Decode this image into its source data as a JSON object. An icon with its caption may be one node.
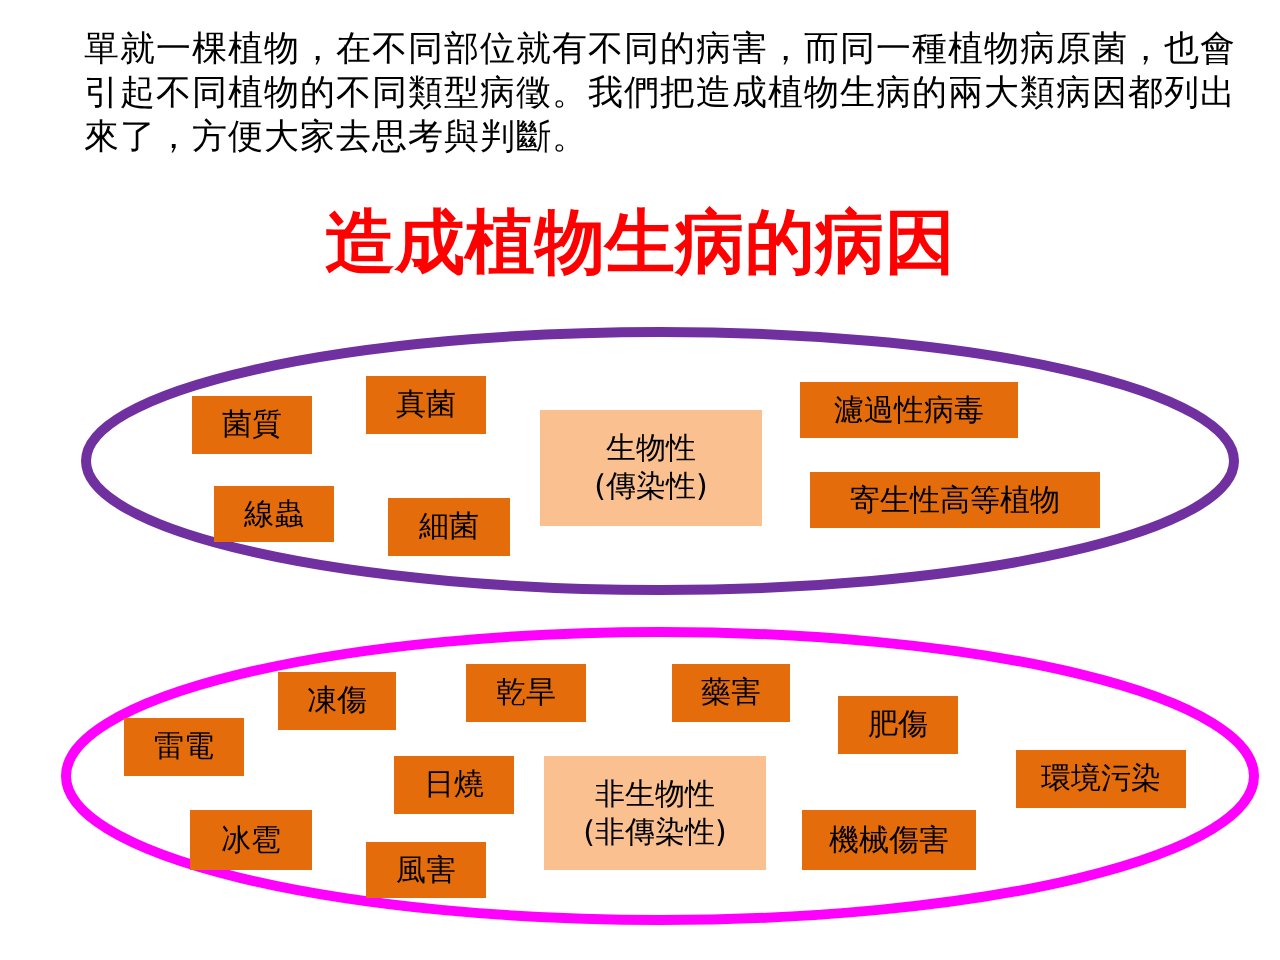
{
  "diagram": {
    "title": "造成植物生病的病因",
    "nodes": [
      {
        "text": [],
        "shape": "ellipse"
      },
      {
        "text": [
          "菌質"
        ],
        "in": 0
      },
      {
        "text": [
          "真菌"
        ],
        "in": 0
      },
      {
        "text": [
          "生物性 (傳染性)"
        ],
        "in": 0
      },
      {
        "text": [
          "濾過性病毒"
        ],
        "in": 0
      },
      {
        "text": [
          "寄生性高等植物"
        ],
        "in": 0
      },
      {
        "text": [
          "線蟲"
        ],
        "in": 0
      },
      {
        "text": [
          "細菌"
        ],
        "in": 0
      },
      {
        "text": [],
        "shape": "ellipse"
      },
      {
        "text": [
          "凍傷"
        ],
        "in": 8
      },
      {
        "text": [
          "乾旱"
        ],
        "in": 8
      },
      {
        "text": [
          "藥害"
        ],
        "in": 8
      },
      {
        "text": [
          "肥傷"
        ],
        "in": 8
      },
      {
        "text": [
          "雷電"
        ],
        "in": 8
      },
      {
        "text": [
          "日燒"
        ],
        "in": 8
      },
      {
        "text": [
          "非生物性 (非傳染性)"
        ],
        "in": 8
      },
      {
        "text": [
          "環境污染"
        ],
        "in": 8
      },
      {
        "text": [
          "冰雹"
        ],
        "in": 8
      },
      {
        "text": [
          "機械傷害"
        ],
        "in": 8
      },
      {
        "text": [
          "風害"
        ],
        "in": 8
      }
    ],
    "labels": [
      "單就一棵植物，在不同部位就有不同的病害，而同一種植物病原菌，也會引起不同植物的不同類型病徵。我們把造成植物生病的兩大類病因都列出來了，方便大家去思考與判斷。"
    ]
  }
}
